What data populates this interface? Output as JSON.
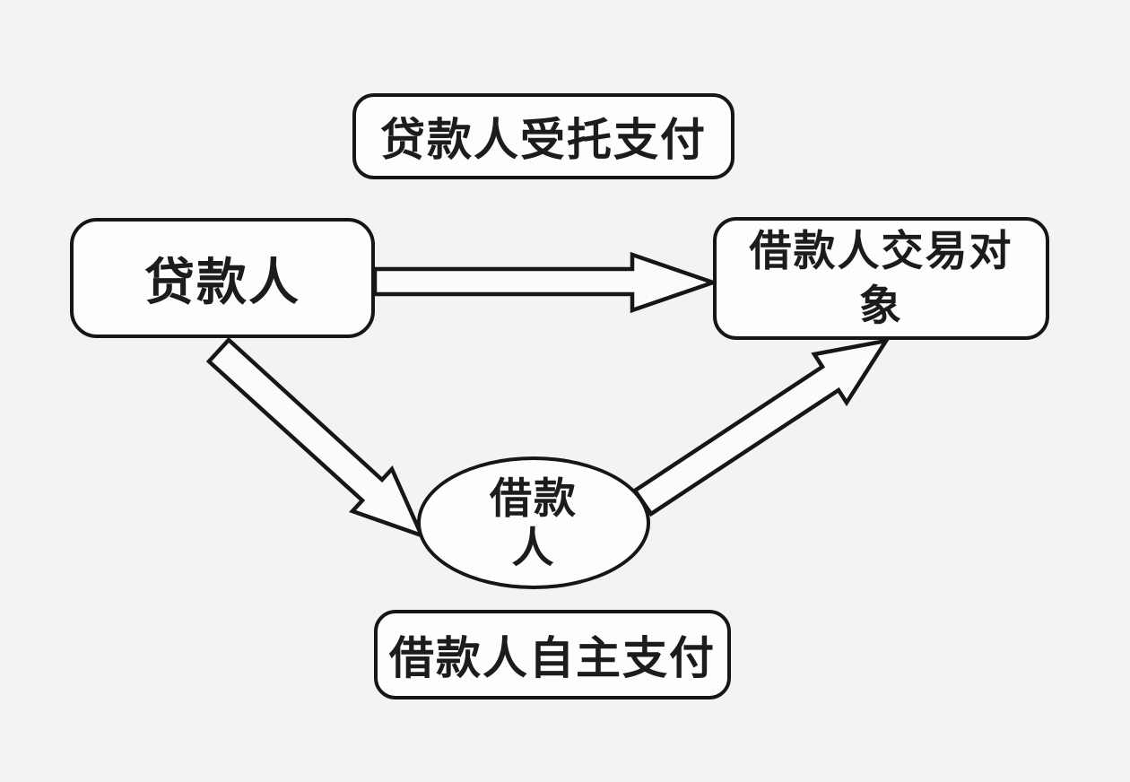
{
  "canvas": {
    "background_color": "#f3f3f5",
    "node_fill_color": "#fdfdfe",
    "line_color": "#161616",
    "text_color": "#1c1c1c"
  },
  "diagram": {
    "entrusted_payment_box": {
      "label": "贷款人受托支付"
    },
    "lender_box": {
      "label": "贷款人"
    },
    "counterparty_box": {
      "label": "借款人交易对象",
      "lines": [
        "借款人交易对",
        "象"
      ]
    },
    "borrower_ellipse": {
      "label": "借款人",
      "lines": [
        "借款",
        "人"
      ]
    },
    "self_payment_box": {
      "label": "借款人自主支付"
    },
    "arrows": [
      {
        "name": "lender-to-counterparty",
        "from": "贷款人",
        "to": "借款人交易对象",
        "style": "hollow-outline"
      },
      {
        "name": "lender-to-borrower",
        "from": "贷款人",
        "to": "借款人",
        "style": "hollow-outline"
      },
      {
        "name": "borrower-to-counterparty",
        "from": "借款人",
        "to": "借款人交易对象",
        "style": "hollow-outline"
      }
    ]
  }
}
